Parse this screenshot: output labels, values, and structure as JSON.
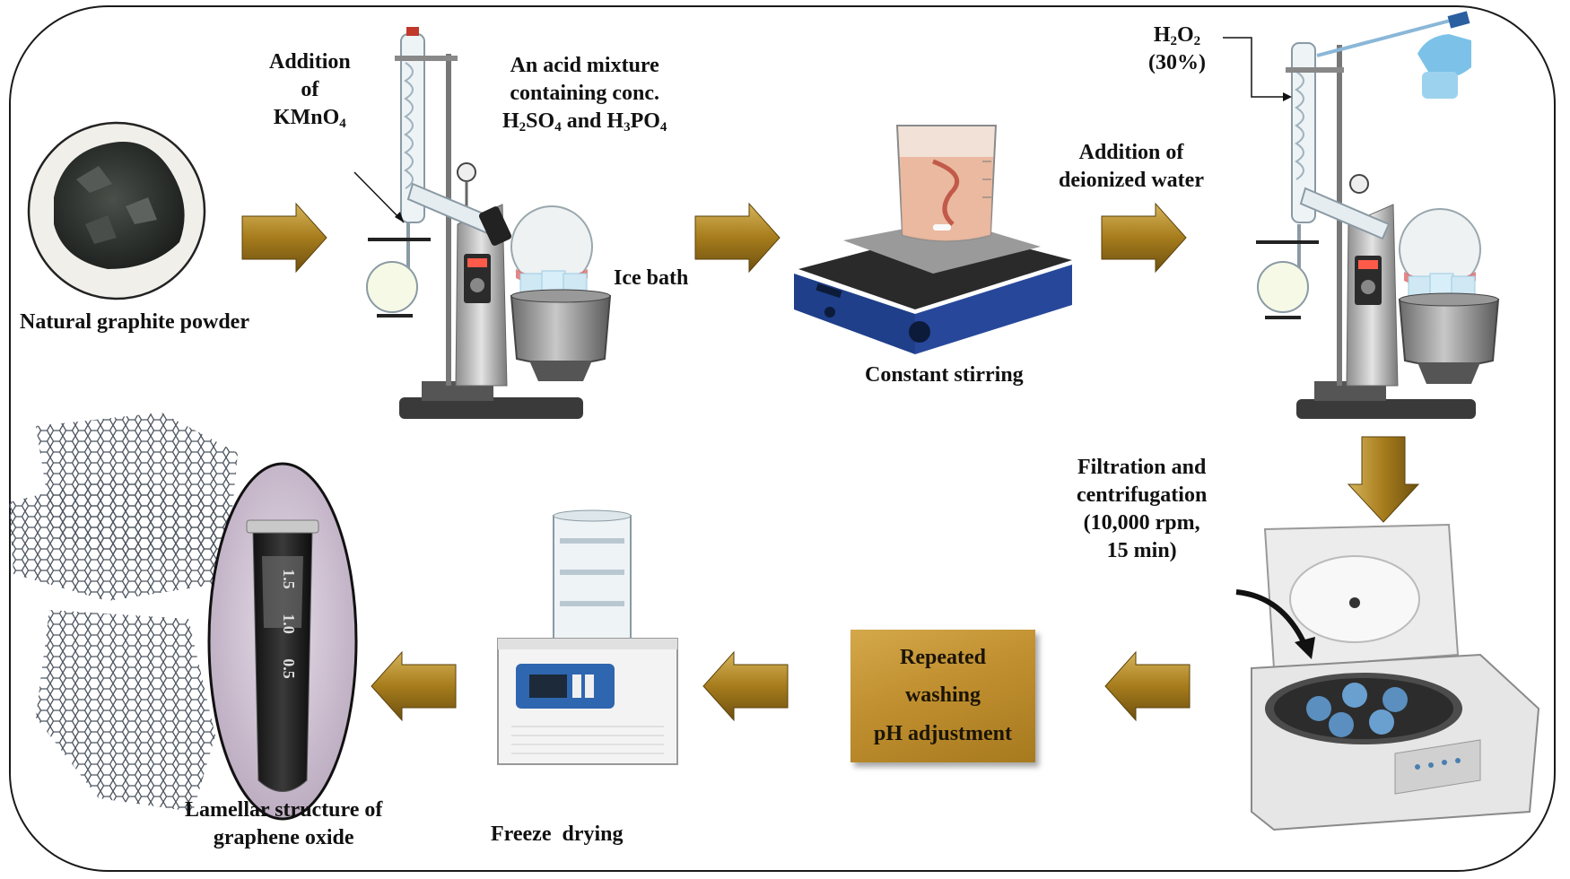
{
  "labels": {
    "graphite": "Natural graphite powder",
    "kmno4_line1": "Addition",
    "kmno4_line2": "of",
    "kmno4_line3": "KMnO",
    "kmno4_sub": "4",
    "acid_line1": "An acid mixture",
    "acid_line2": "containing conc.",
    "acid_h": "H",
    "acid_h_sub": "2",
    "acid_so": "SO",
    "acid_so_sub": "4",
    "acid_and": " and H",
    "acid_h3_sub": "3",
    "acid_po": "PO",
    "acid_po_sub": "4",
    "ice_bath": "Ice bath",
    "stirring": "Constant stirring",
    "water_line1": "Addition of",
    "water_line2": "deionized water",
    "h2o2_h": "H",
    "h2o2_sub1": "2",
    "h2o2_o": "O",
    "h2o2_sub2": "2",
    "h2o2_pct": "(30%)",
    "filtration_line1": "Filtration and",
    "filtration_line2": "centrifugation",
    "filtration_line3": "(10,000 rpm,",
    "filtration_line4": "15 min)",
    "wash_line1": "Repeated",
    "wash_line2": "washing",
    "wash_line3": "pH adjustment",
    "freeze": "Freeze  drying",
    "lamellar_line1": "Lamellar structure of",
    "lamellar_line2": "graphene oxide",
    "tube_marks": [
      "1.5",
      "1.0",
      "0.5"
    ]
  },
  "colors": {
    "arrow_light": "#c9a548",
    "arrow_dark": "#7a5a10",
    "frame": "#1a1a1a",
    "stirrer_body": "#1f3f8a"
  }
}
